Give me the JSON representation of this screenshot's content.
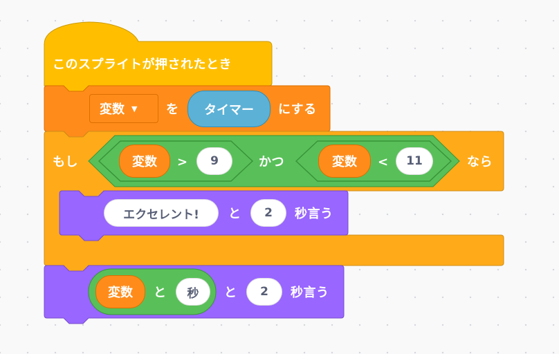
{
  "colors": {
    "events": "#ffbf00",
    "variables": "#ff8c1a",
    "control": "#ffab19",
    "operators": "#59c059",
    "looks": "#9966ff",
    "sensing": "#5cb1d6",
    "input_text": "#575e75"
  },
  "script": {
    "hat": {
      "label": "このスプライトが押されたとき"
    },
    "set_variable": {
      "variable": "変数",
      "dropdown_icon": "caret-down-icon",
      "to_label": "を",
      "value_reporter": "タイマー",
      "suffix_label": "にする"
    },
    "if_block": {
      "if_label": "もし",
      "condition": {
        "left": {
          "reporter": "変数",
          "operator": ">",
          "value": "9"
        },
        "and_label": "かつ",
        "right": {
          "reporter": "変数",
          "operator": "<",
          "value": "11"
        }
      },
      "then_label": "なら",
      "body": {
        "say": {
          "message": "エクセレント!",
          "and_label": "と",
          "seconds": "2",
          "suffix_label": "秒言う"
        }
      }
    },
    "say_join": {
      "join": {
        "reporter": "変数",
        "and_label": "と",
        "text": "秒"
      },
      "and_label": "と",
      "seconds": "2",
      "suffix_label": "秒言う"
    }
  }
}
